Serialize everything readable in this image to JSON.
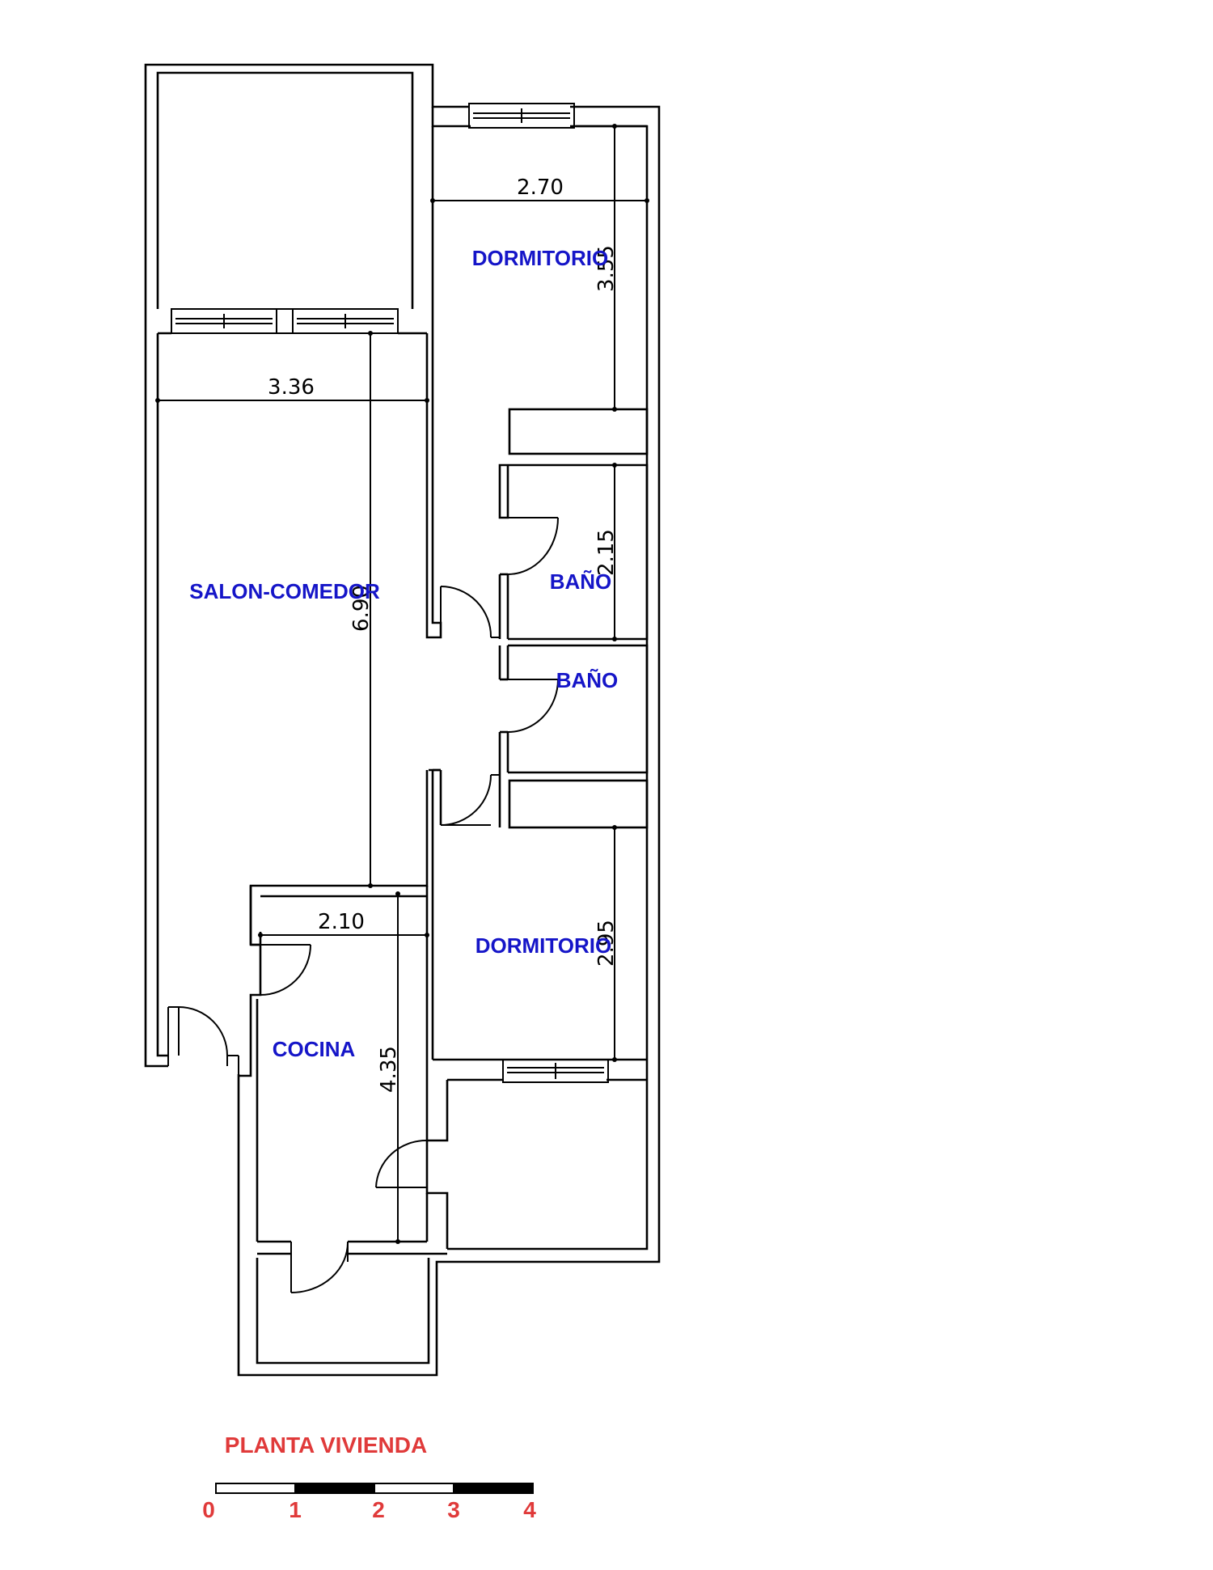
{
  "rooms": {
    "dormitorio_top": "DORMITORIO",
    "salon": "SALON-COMEDOR",
    "bano_1": "BAÑO",
    "bano_2": "BAÑO",
    "dormitorio_bottom": "DORMITORIO",
    "cocina": "COCINA"
  },
  "dimensions": {
    "dorm_top_width": "2.70",
    "dorm_top_height": "3.55",
    "salon_width": "3.36",
    "salon_height": "6.90",
    "bano_height": "2.15",
    "dorm_bottom_height": "2.95",
    "cocina_width": "2.10",
    "cocina_height": "4.35"
  },
  "title": "PLANTA VIVIENDA",
  "scale": {
    "labels": [
      "0",
      "1",
      "2",
      "3",
      "4"
    ]
  },
  "colors": {
    "room_label": "#1515c8",
    "title": "#e03a3a",
    "lines": "#000000"
  }
}
